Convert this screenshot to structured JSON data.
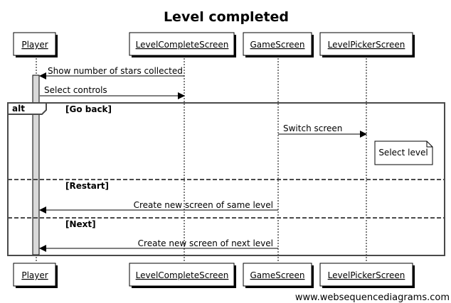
{
  "title": "Level completed",
  "participants": [
    {
      "id": "player",
      "label": "Player"
    },
    {
      "id": "lcs",
      "label": "LevelCompleteScreen"
    },
    {
      "id": "gs",
      "label": "GameScreen"
    },
    {
      "id": "lps",
      "label": "LevelPickerScreen"
    }
  ],
  "messages": [
    {
      "id": "m1",
      "from": "lcs",
      "to": "player",
      "label": "Show number of stars collected"
    },
    {
      "id": "m2",
      "from": "player",
      "to": "lcs",
      "label": "Select controls"
    },
    {
      "id": "m3",
      "from": "gs",
      "to": "lps",
      "label": "Switch screen"
    },
    {
      "id": "m4",
      "from": "gs",
      "to": "player",
      "label": "Create new screen of same level"
    },
    {
      "id": "m5",
      "from": "gs",
      "to": "player",
      "label": "Create new screen of next level"
    }
  ],
  "note": {
    "label": "Select level"
  },
  "alt_frame": {
    "keyword": "alt",
    "sections": [
      {
        "label": "[Go back]"
      },
      {
        "label": "[Restart]"
      },
      {
        "label": "[Next]"
      }
    ]
  },
  "watermark": "www.websequencediagrams.com",
  "colors": {
    "line": "#000000",
    "frame": "#4a4a4a",
    "activation": "#d9d9d9",
    "background": "#ffffff"
  }
}
